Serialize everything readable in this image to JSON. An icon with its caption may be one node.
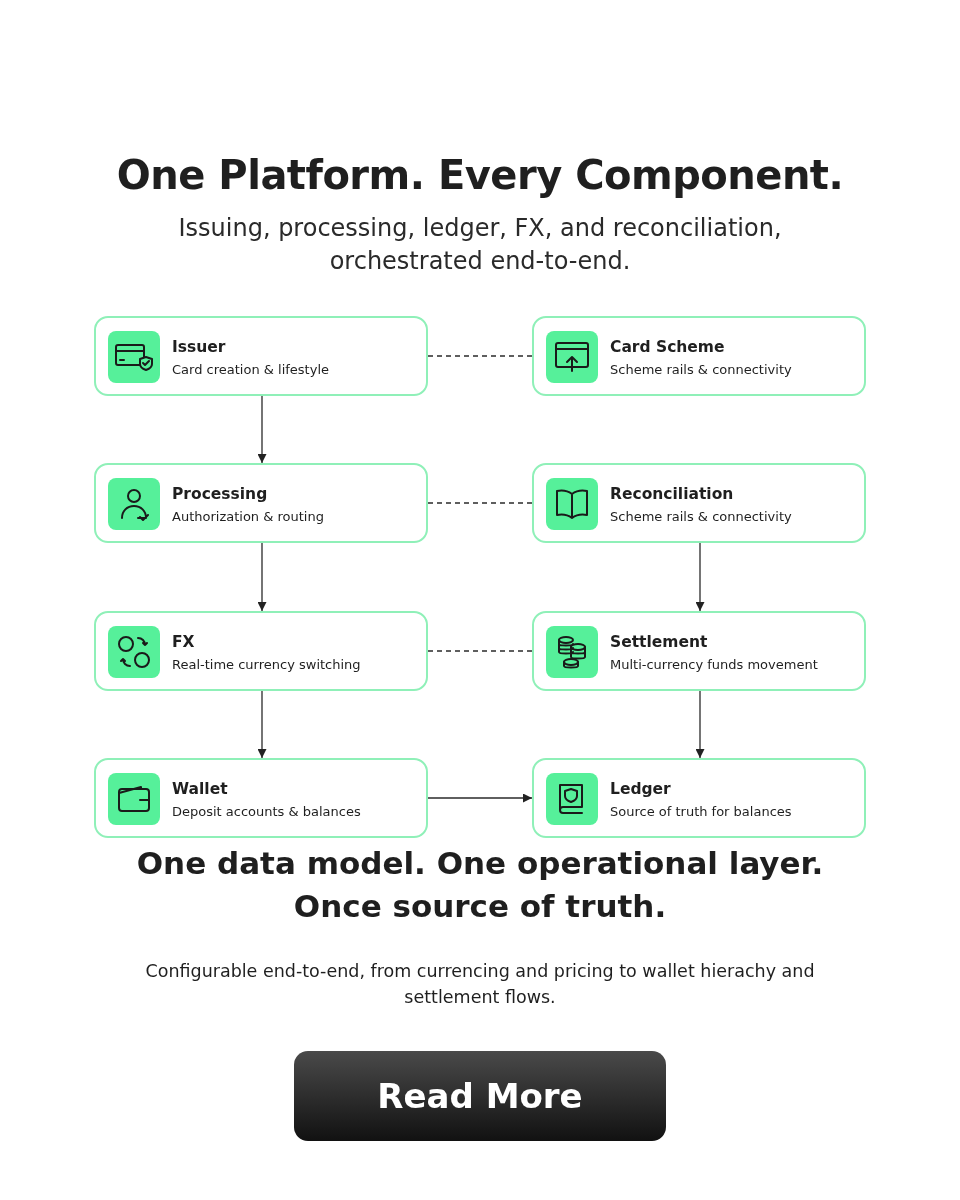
{
  "diagram": {
    "title": "One Platform. Every Component.",
    "nodes": [
      {
        "text": [
          "Issuer",
          "Card creation & lifestyle"
        ]
      },
      {
        "text": [
          "Card Scheme",
          "Scheme rails & connectivity"
        ]
      },
      {
        "text": [
          "Processing",
          "Authorization & routing"
        ]
      },
      {
        "text": [
          "Reconciliation",
          "Scheme rails & connectivity"
        ]
      },
      {
        "text": [
          "FX",
          "Real-time currency switching"
        ]
      },
      {
        "text": [
          "Settlement",
          "Multi-currency funds movement"
        ]
      },
      {
        "text": [
          "Wallet",
          "Deposit accounts & balances"
        ]
      },
      {
        "text": [
          "Ledger",
          "Source of truth for balances"
        ]
      }
    ],
    "edges": [
      {
        "from": 0,
        "to": 1,
        "arrow": "none",
        "style": "dashed"
      },
      {
        "from": 0,
        "to": 2,
        "arrow": "to"
      },
      {
        "from": 2,
        "to": 3,
        "arrow": "none",
        "style": "dashed"
      },
      {
        "from": 2,
        "to": 4,
        "arrow": "to"
      },
      {
        "from": 3,
        "to": 5,
        "arrow": "to"
      },
      {
        "from": 4,
        "to": 5,
        "arrow": "none",
        "style": "dashed"
      },
      {
        "from": 4,
        "to": 6,
        "arrow": "to"
      },
      {
        "from": 5,
        "to": 7,
        "arrow": "to"
      },
      {
        "from": 6,
        "to": 7,
        "arrow": "to"
      }
    ],
    "labels": [
      "Issuing, processing, ledger, FX, and reconciliation, orchestrated end-to-end.",
      "One data model. One operational layer. Once source of truth.",
      "Configurable end-to-end, from currencing and pricing to wallet hierachy and settlement flows.",
      "Read More"
    ]
  }
}
